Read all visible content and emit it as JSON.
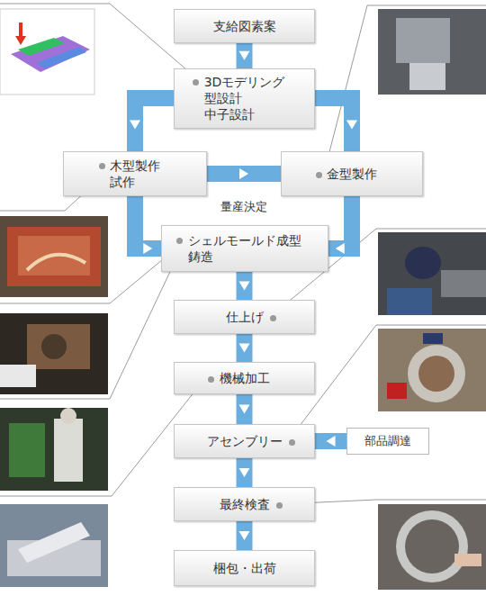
{
  "diagram": {
    "nodes": [
      {
        "text": [
          "支給図素案"
        ]
      },
      {
        "text": [
          "3Dモデリング 型設計 中子設計"
        ]
      },
      {
        "text": [
          "木型製作 試作"
        ]
      },
      {
        "text": [
          "金型製作"
        ]
      },
      {
        "text": [
          "シェルモールド成型 鋳造"
        ]
      },
      {
        "text": [
          "仕上げ"
        ]
      },
      {
        "text": [
          "機械加工"
        ]
      },
      {
        "text": [
          "アセンブリー"
        ]
      },
      {
        "text": [
          "部品調達"
        ]
      },
      {
        "text": [
          "最終検査"
        ]
      },
      {
        "text": [
          "梱包・出荷"
        ]
      }
    ],
    "edges": [
      {
        "from": 0,
        "to": 1,
        "arrow": "to"
      },
      {
        "from": 1,
        "to": 2,
        "arrow": "to"
      },
      {
        "from": 1,
        "to": 3,
        "arrow": "to"
      },
      {
        "from": 2,
        "to": 3,
        "arrow": "to"
      },
      {
        "from": 2,
        "to": 4,
        "arrow": "to"
      },
      {
        "from": 3,
        "to": 4,
        "arrow": "to"
      },
      {
        "from": 4,
        "to": 5,
        "arrow": "to"
      },
      {
        "from": 5,
        "to": 6,
        "arrow": "to"
      },
      {
        "from": 6,
        "to": 7,
        "arrow": "to"
      },
      {
        "from": 8,
        "to": 7,
        "arrow": "to"
      },
      {
        "from": 7,
        "to": 9,
        "arrow": "to"
      },
      {
        "from": 9,
        "to": 10,
        "arrow": "to"
      }
    ],
    "labels": [
      "量産決定"
    ]
  }
}
